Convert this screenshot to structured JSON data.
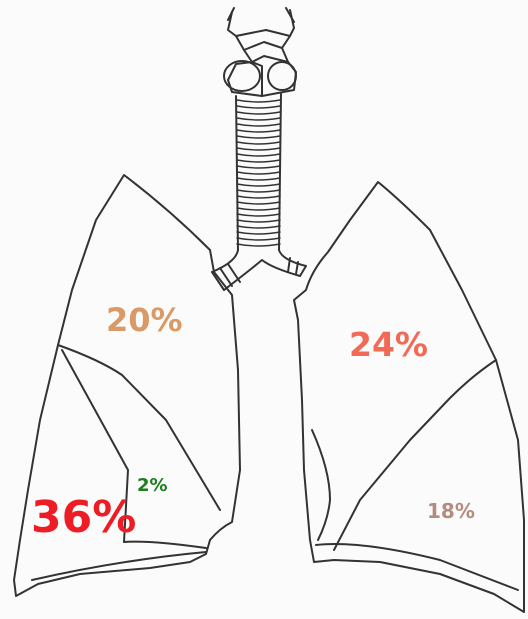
{
  "diagram": {
    "lobes": [
      {
        "id": "left-upper",
        "percent": "20%",
        "color": "#d99a67"
      },
      {
        "id": "right-upper",
        "percent": "24%",
        "color": "#f26a55"
      },
      {
        "id": "left-middle",
        "percent": "2%",
        "color": "#1b7d1b"
      },
      {
        "id": "left-lower",
        "percent": "36%",
        "color": "#ee1c24"
      },
      {
        "id": "right-lower",
        "percent": "18%",
        "color": "#b58b80"
      }
    ],
    "outline_color": "#333333"
  }
}
